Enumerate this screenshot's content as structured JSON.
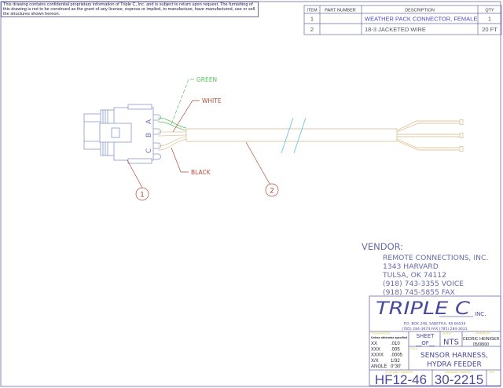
{
  "notice": "This drawing contains confidential proprietary information of Triple C, Inc. and is subject to return upon request. The furnishing of this drawing is not to be construed as the grant of any license, express or implied, to manufacture, have manufactured, use or sell the structures shown hereon.",
  "parts_table": {
    "headers": [
      "ITEM",
      "PART NUMBER",
      "DESCRIPTION",
      "QTY"
    ],
    "rows": [
      {
        "item": "1",
        "part_number": "",
        "description": "WEATHER PACK CONNECTOR, FEMALE",
        "qty": "1"
      },
      {
        "item": "2",
        "part_number": "",
        "description": "18-3 JACKETED WIRE",
        "qty": "20 FT"
      }
    ]
  },
  "drawing": {
    "wire_labels": {
      "green": "GREEN",
      "white": "WHITE",
      "black": "BLACK"
    },
    "pin_labels": [
      "A",
      "B",
      "C"
    ],
    "balloons": [
      "1",
      "2"
    ]
  },
  "vendor": {
    "heading": "VENDOR:",
    "lines": [
      "REMOTE CONNECTIONS, INC.",
      "1343 HARVARD",
      "TULSA, OK   74112",
      "(918) 743-3355 VOICE",
      "(918) 745-5855 FAX"
    ]
  },
  "title_block": {
    "company": "TRIPLE C",
    "company_suffix": "INC.",
    "address_line1": "P.O. BOX 248,  SABETHA, KS 66534",
    "address_line2": "(785) 284-3674   FAX (785) 284-3631",
    "tolerances_label": "TOLERANCES",
    "tolerances_note": "Unless otherwise specified",
    "tolerances": [
      [
        "XX",
        ".010"
      ],
      [
        "XXX",
        ".005"
      ],
      [
        "XXXX",
        ".0005"
      ],
      [
        "X/X",
        "1/32"
      ],
      [
        "ANGLE",
        "0°30'"
      ]
    ],
    "sheet_label": "SHEET",
    "sheet_of": "__OF__",
    "scale_label": "SCALE",
    "scale": "NTS",
    "drawn_by_label": "DRAWN BY",
    "drawn_by": "CEDRIC HEINIGER",
    "date": "05/08/00",
    "title_label": "TITLE",
    "title_line1": "SENSOR HARNESS,",
    "title_line2": "HYDRA FEEDER",
    "assembly_label": "ASSEMBLY NUMBER",
    "assembly_number": "HF12-46",
    "drawing_label": "DRAWING NUMBER",
    "drawing_number": "30-2215",
    "rev_label": "REV",
    "rev": ""
  },
  "colors": {
    "line": "#6a6aa8",
    "leader": "#b04a3a",
    "green": "#5cc05c",
    "wire": "#e0c8a0",
    "break": "#5cc0d8",
    "label_yellow": "#f0e060"
  }
}
